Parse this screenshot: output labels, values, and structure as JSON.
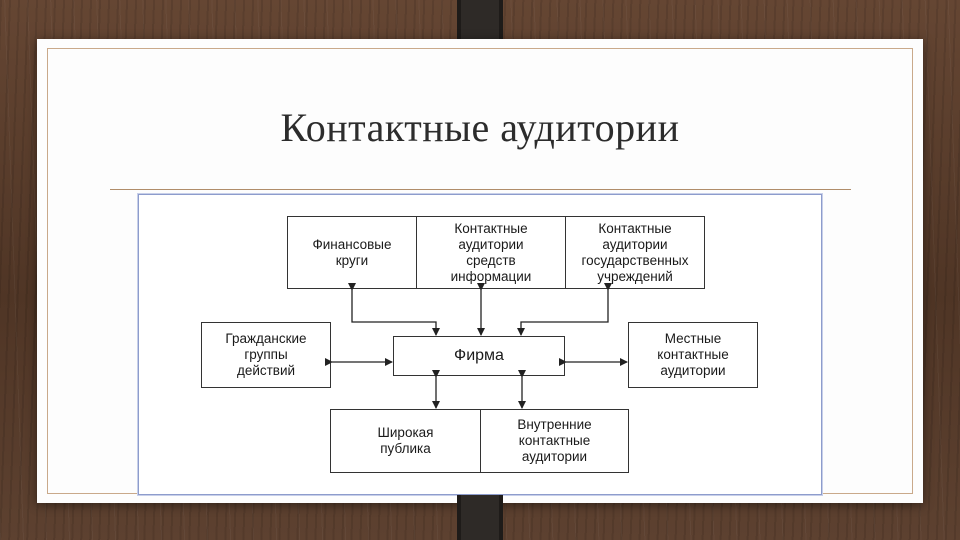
{
  "slide": {
    "title": "Контактные аудитории"
  },
  "diagram": {
    "center": "Фирма",
    "top_row": [
      "Финансовые\nкруги",
      "Контактные\nаудитории\nсредств\nинформации",
      "Контактные\nаудитории\nгосударственных\nучреждений"
    ],
    "left": "Гражданские\nгруппы\nдействий",
    "right": "Местные\nконтактные\nаудитории",
    "bottom_row": [
      "Широкая\nпублика",
      "Внутренние\nконтактные\nаудитории"
    ]
  }
}
